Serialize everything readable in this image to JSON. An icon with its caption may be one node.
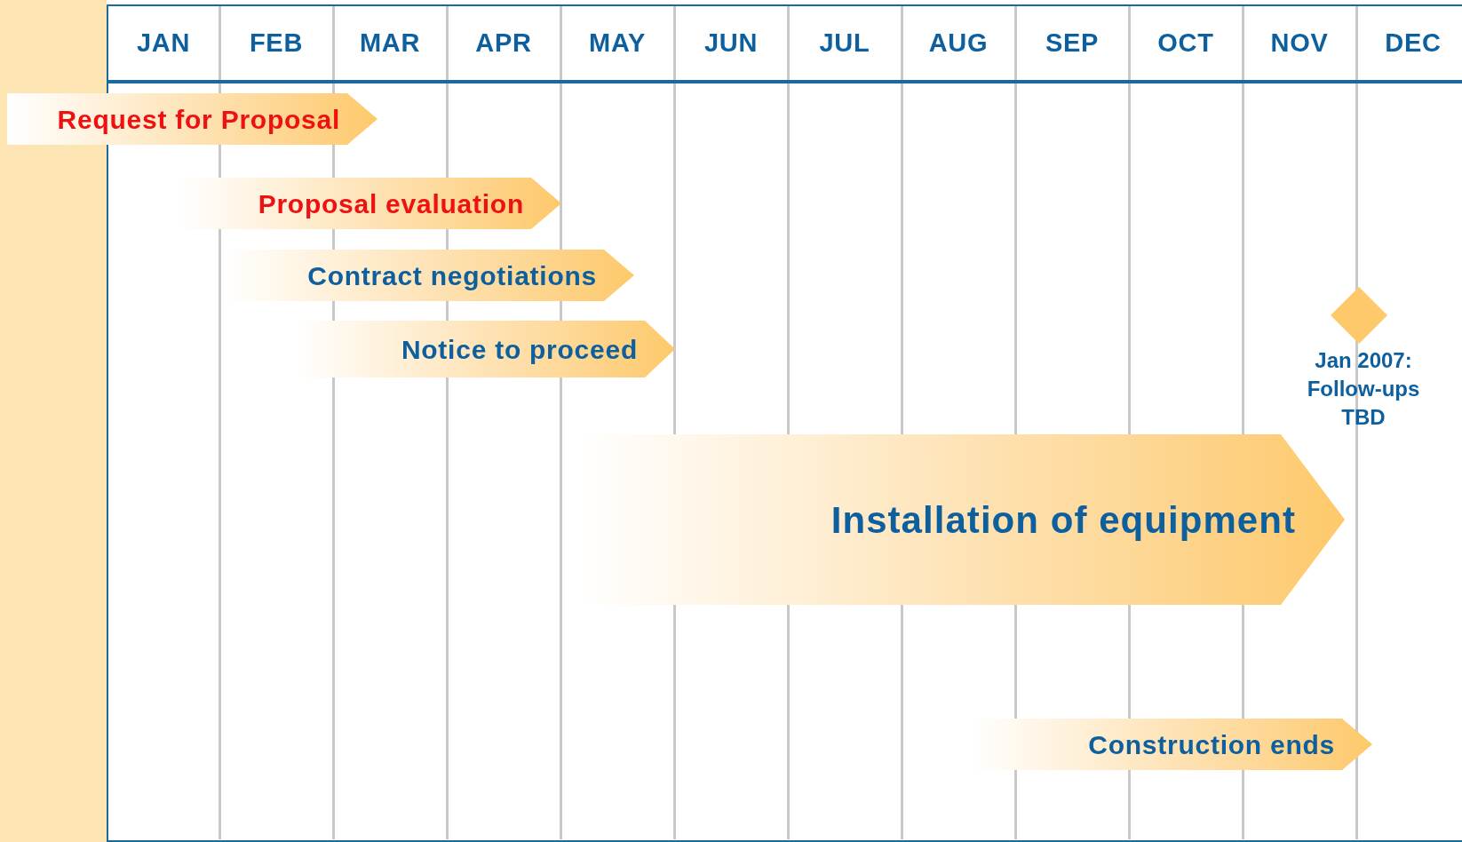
{
  "diagram": {
    "nodes": [
      {
        "text": [
          "Request for Proposal"
        ]
      },
      {
        "text": [
          "Proposal evaluation"
        ]
      },
      {
        "text": [
          "Contract negotiations"
        ]
      },
      {
        "text": [
          "Notice to proceed"
        ]
      },
      {
        "text": [
          "Installation of equipment"
        ]
      },
      {
        "text": [
          "Construction ends"
        ]
      },
      {
        "text": [
          "Jan 2007: Follow-ups TBD"
        ]
      }
    ],
    "labels": [
      "JAN",
      "FEB",
      "MAR",
      "APR",
      "MAY",
      "JUN",
      "JUL",
      "AUG",
      "SEP",
      "OCT",
      "NOV",
      "DEC"
    ]
  }
}
